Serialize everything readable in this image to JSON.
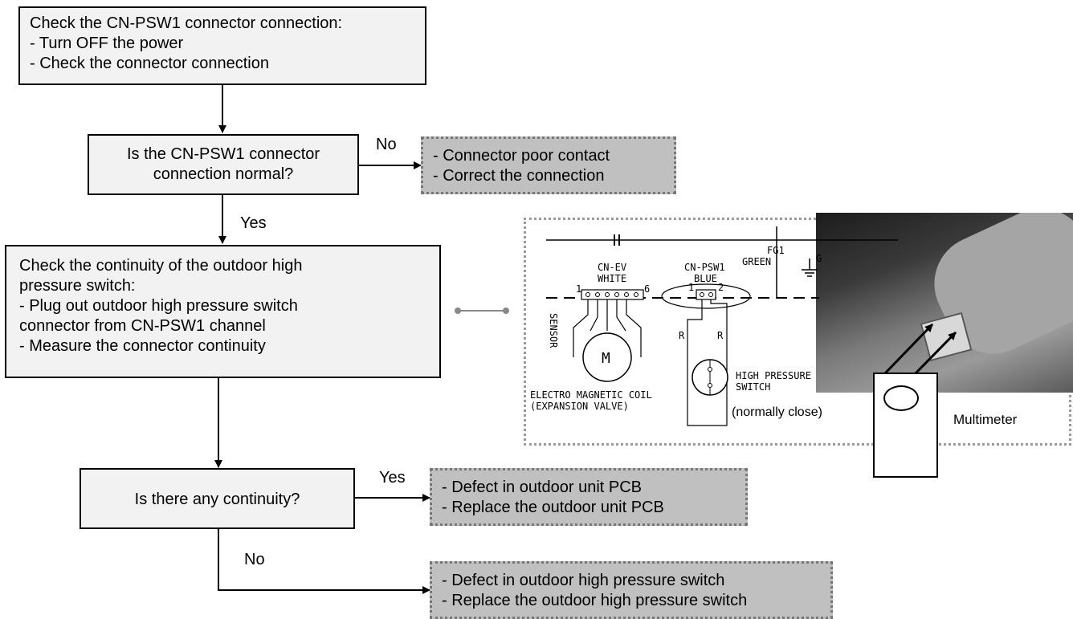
{
  "step1": {
    "lines": [
      "Check the CN-PSW1 connector connection:",
      "- Turn OFF the power",
      "- Check the connector connection"
    ]
  },
  "decision1": {
    "lines": [
      "Is the CN-PSW1 connector",
      "connection normal?"
    ],
    "no_label": "No",
    "yes_label": "Yes"
  },
  "result1": {
    "lines": [
      "- Connector poor contact",
      "- Correct the connection"
    ]
  },
  "step2": {
    "lines": [
      "Check the continuity of the outdoor high",
      "pressure switch:",
      "- Plug out outdoor high pressure switch",
      "connector from CN-PSW1 channel",
      "- Measure the connector continuity"
    ]
  },
  "schematic": {
    "fg1_label": "FG1",
    "green_label": "GREEN",
    "ground_label": "G",
    "cn_ev_label": "CN-EV",
    "white_label": "WHITE",
    "pin_1_ev": "1",
    "pin_6_ev": "6",
    "cn_psw1_label": "CN-PSW1",
    "blue_label": "BLUE",
    "pin_1_psw": "1",
    "pin_2_psw": "2",
    "sensor_label": "SENSOR",
    "motor_label": "M",
    "r_label_left": "R",
    "r_label_right": "R",
    "coil_label_1": "ELECTRO MAGNETIC COIL",
    "coil_label_2": "(EXPANSION VALVE)",
    "hps_label_1": "HIGH PRESSURE",
    "hps_label_2": "SWITCH",
    "normally_close": "(normally close)",
    "multimeter_label": "Multimeter"
  },
  "decision2": {
    "text": "Is there any continuity?",
    "yes_label": "Yes",
    "no_label": "No"
  },
  "result2": {
    "lines": [
      "- Defect in outdoor unit PCB",
      "- Replace the outdoor unit PCB"
    ]
  },
  "result3": {
    "lines": [
      "- Defect in outdoor high pressure switch",
      "- Replace the outdoor high pressure switch"
    ]
  }
}
